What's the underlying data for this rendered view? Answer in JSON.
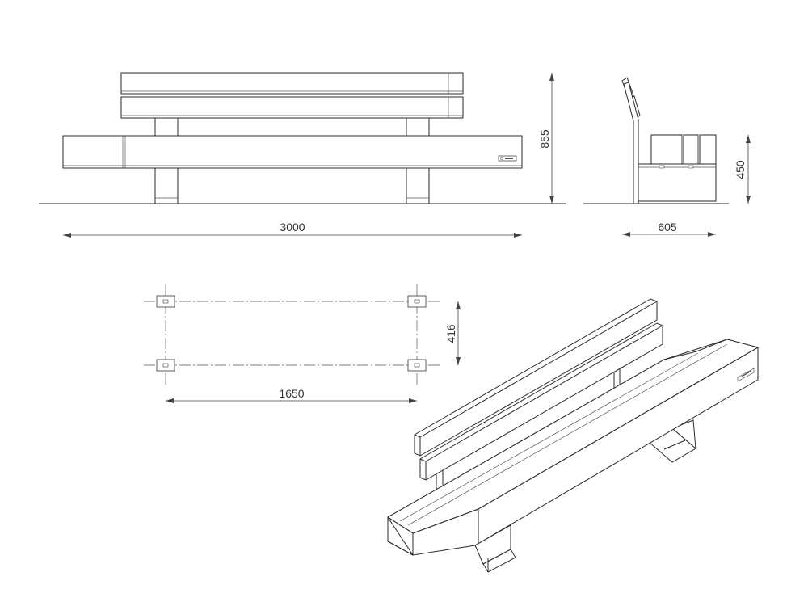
{
  "dimensions": {
    "length": "3000",
    "height": "855",
    "depth": "605",
    "seat_height": "450",
    "foot_spacing": "1650",
    "foot_depth": "416"
  },
  "colors": {
    "line": "#2a2a2a",
    "dimension": "#444444",
    "background": "#ffffff"
  },
  "icons": [
    "brand-plate-icon"
  ]
}
